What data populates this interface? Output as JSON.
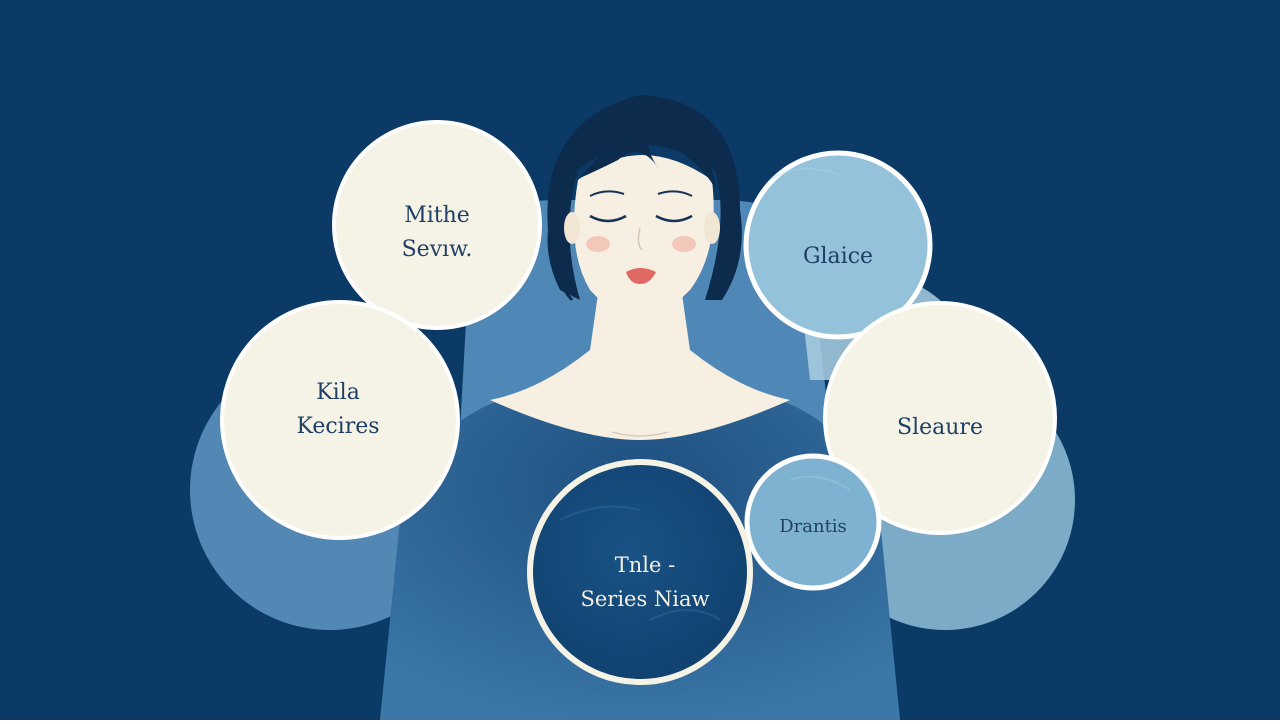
{
  "colors": {
    "background": "#0c3a66",
    "halo": "#5f97c1",
    "dress": "#295f91",
    "skin": "#f6efe2",
    "hair": "#0d2b4d",
    "lips": "#e06a63",
    "cream_bubble": "#f5f2e6",
    "light_blue_bubble": "#93c2da",
    "dark_bubble": "#164b7c",
    "text_dark": "#1f3f66",
    "text_light": "#f4efe2"
  },
  "bubbles": {
    "top_left": {
      "line1": "Mithe",
      "line2": "Sevıw."
    },
    "mid_left": {
      "line1": "Kila",
      "line2": "Kecires"
    },
    "top_right": {
      "line1": "Glaice"
    },
    "mid_right": {
      "line1": "Sleaure"
    },
    "small_right": {
      "line1": "Drantis"
    },
    "bottom_center": {
      "line1": "Tnle -",
      "line2": "Series Niaw"
    }
  }
}
